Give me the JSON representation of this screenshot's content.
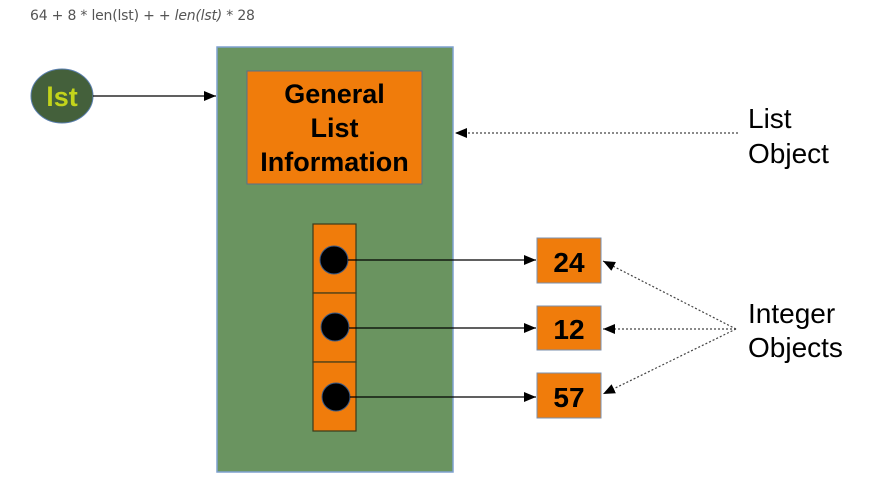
{
  "formula": {
    "prefix": "64 + 8 * len(lst) + + ",
    "italic": "len(lst)",
    "suffix": " * 28"
  },
  "diagram": {
    "variable": {
      "label": "lst"
    },
    "list_object": {
      "header_lines": [
        "General",
        "List",
        "Information"
      ],
      "pointer_cells": 3
    },
    "integers": [
      {
        "value": "24"
      },
      {
        "value": "12"
      },
      {
        "value": "57"
      }
    ],
    "annotations": {
      "list_object": [
        "List",
        "Object"
      ],
      "integer_objects": [
        "Integer",
        "Objects"
      ]
    },
    "colors": {
      "list_box": "#6a9460",
      "list_box_border": "#7ea1cf",
      "orange": "#f07c0b",
      "variable_fill": "#44603b",
      "variable_text": "#c3d41b",
      "ink": "#000000",
      "formula_text": "#555555"
    }
  }
}
